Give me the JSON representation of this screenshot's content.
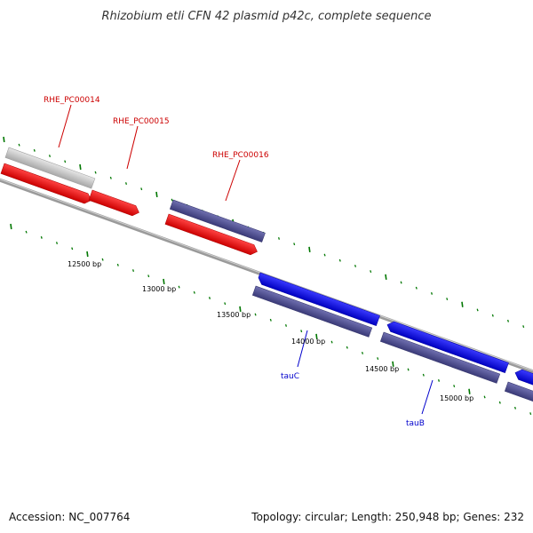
{
  "title": "Rhizobium etli CFN 42 plasmid p42c, complete sequence",
  "footer": {
    "accession": "Accession: NC_007764",
    "summary": "Topology: circular; Length: 250,948 bp; Genes: 232"
  },
  "colors": {
    "forward_cds": "#0000ee",
    "forward_cds_dark": "#444488",
    "reverse_cds": "#ee0000",
    "unknown_feature": "#c8c8c8",
    "reverse_cds_alt": "#555599",
    "backbone": "#888888",
    "tick": "#007700",
    "label_red": "#cc0000",
    "label_blue": "#0000cc"
  },
  "scale_labels": [
    "12500 bp",
    "13000 bp",
    "13500 bp",
    "14000 bp",
    "14500 bp",
    "15000 bp"
  ],
  "gene_labels": [
    {
      "text": "RHE_PC00014",
      "color": "red"
    },
    {
      "text": "RHE_PC00015",
      "color": "red"
    },
    {
      "text": "RHE_PC00016",
      "color": "red"
    },
    {
      "text": "tauC",
      "color": "blue"
    },
    {
      "text": "tauB",
      "color": "blue"
    }
  ]
}
